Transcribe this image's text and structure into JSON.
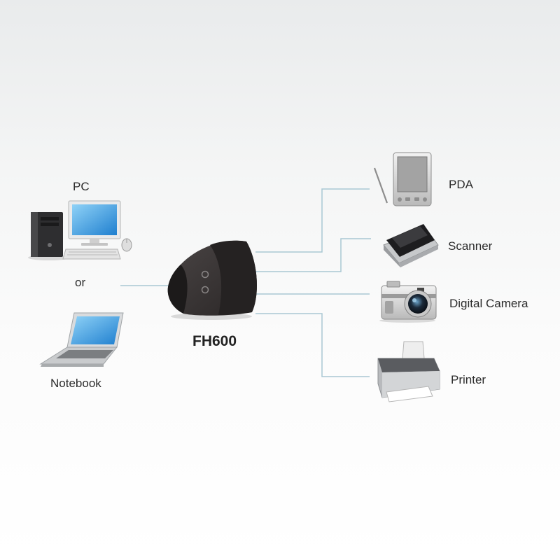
{
  "hub": {
    "label": "FH600"
  },
  "hosts": {
    "pc": "PC",
    "separator": "or",
    "notebook": "Notebook"
  },
  "devices": [
    {
      "label": "PDA",
      "icon": "pda-icon"
    },
    {
      "label": "Scanner",
      "icon": "scanner-icon"
    },
    {
      "label": "Digital Camera",
      "icon": "digital-camera-icon"
    },
    {
      "label": "Printer",
      "icon": "printer-icon"
    }
  ],
  "colors": {
    "connector": "#a9c7d3",
    "hub_body": "#3a3636",
    "accent_blue": "#2a8fd6"
  }
}
